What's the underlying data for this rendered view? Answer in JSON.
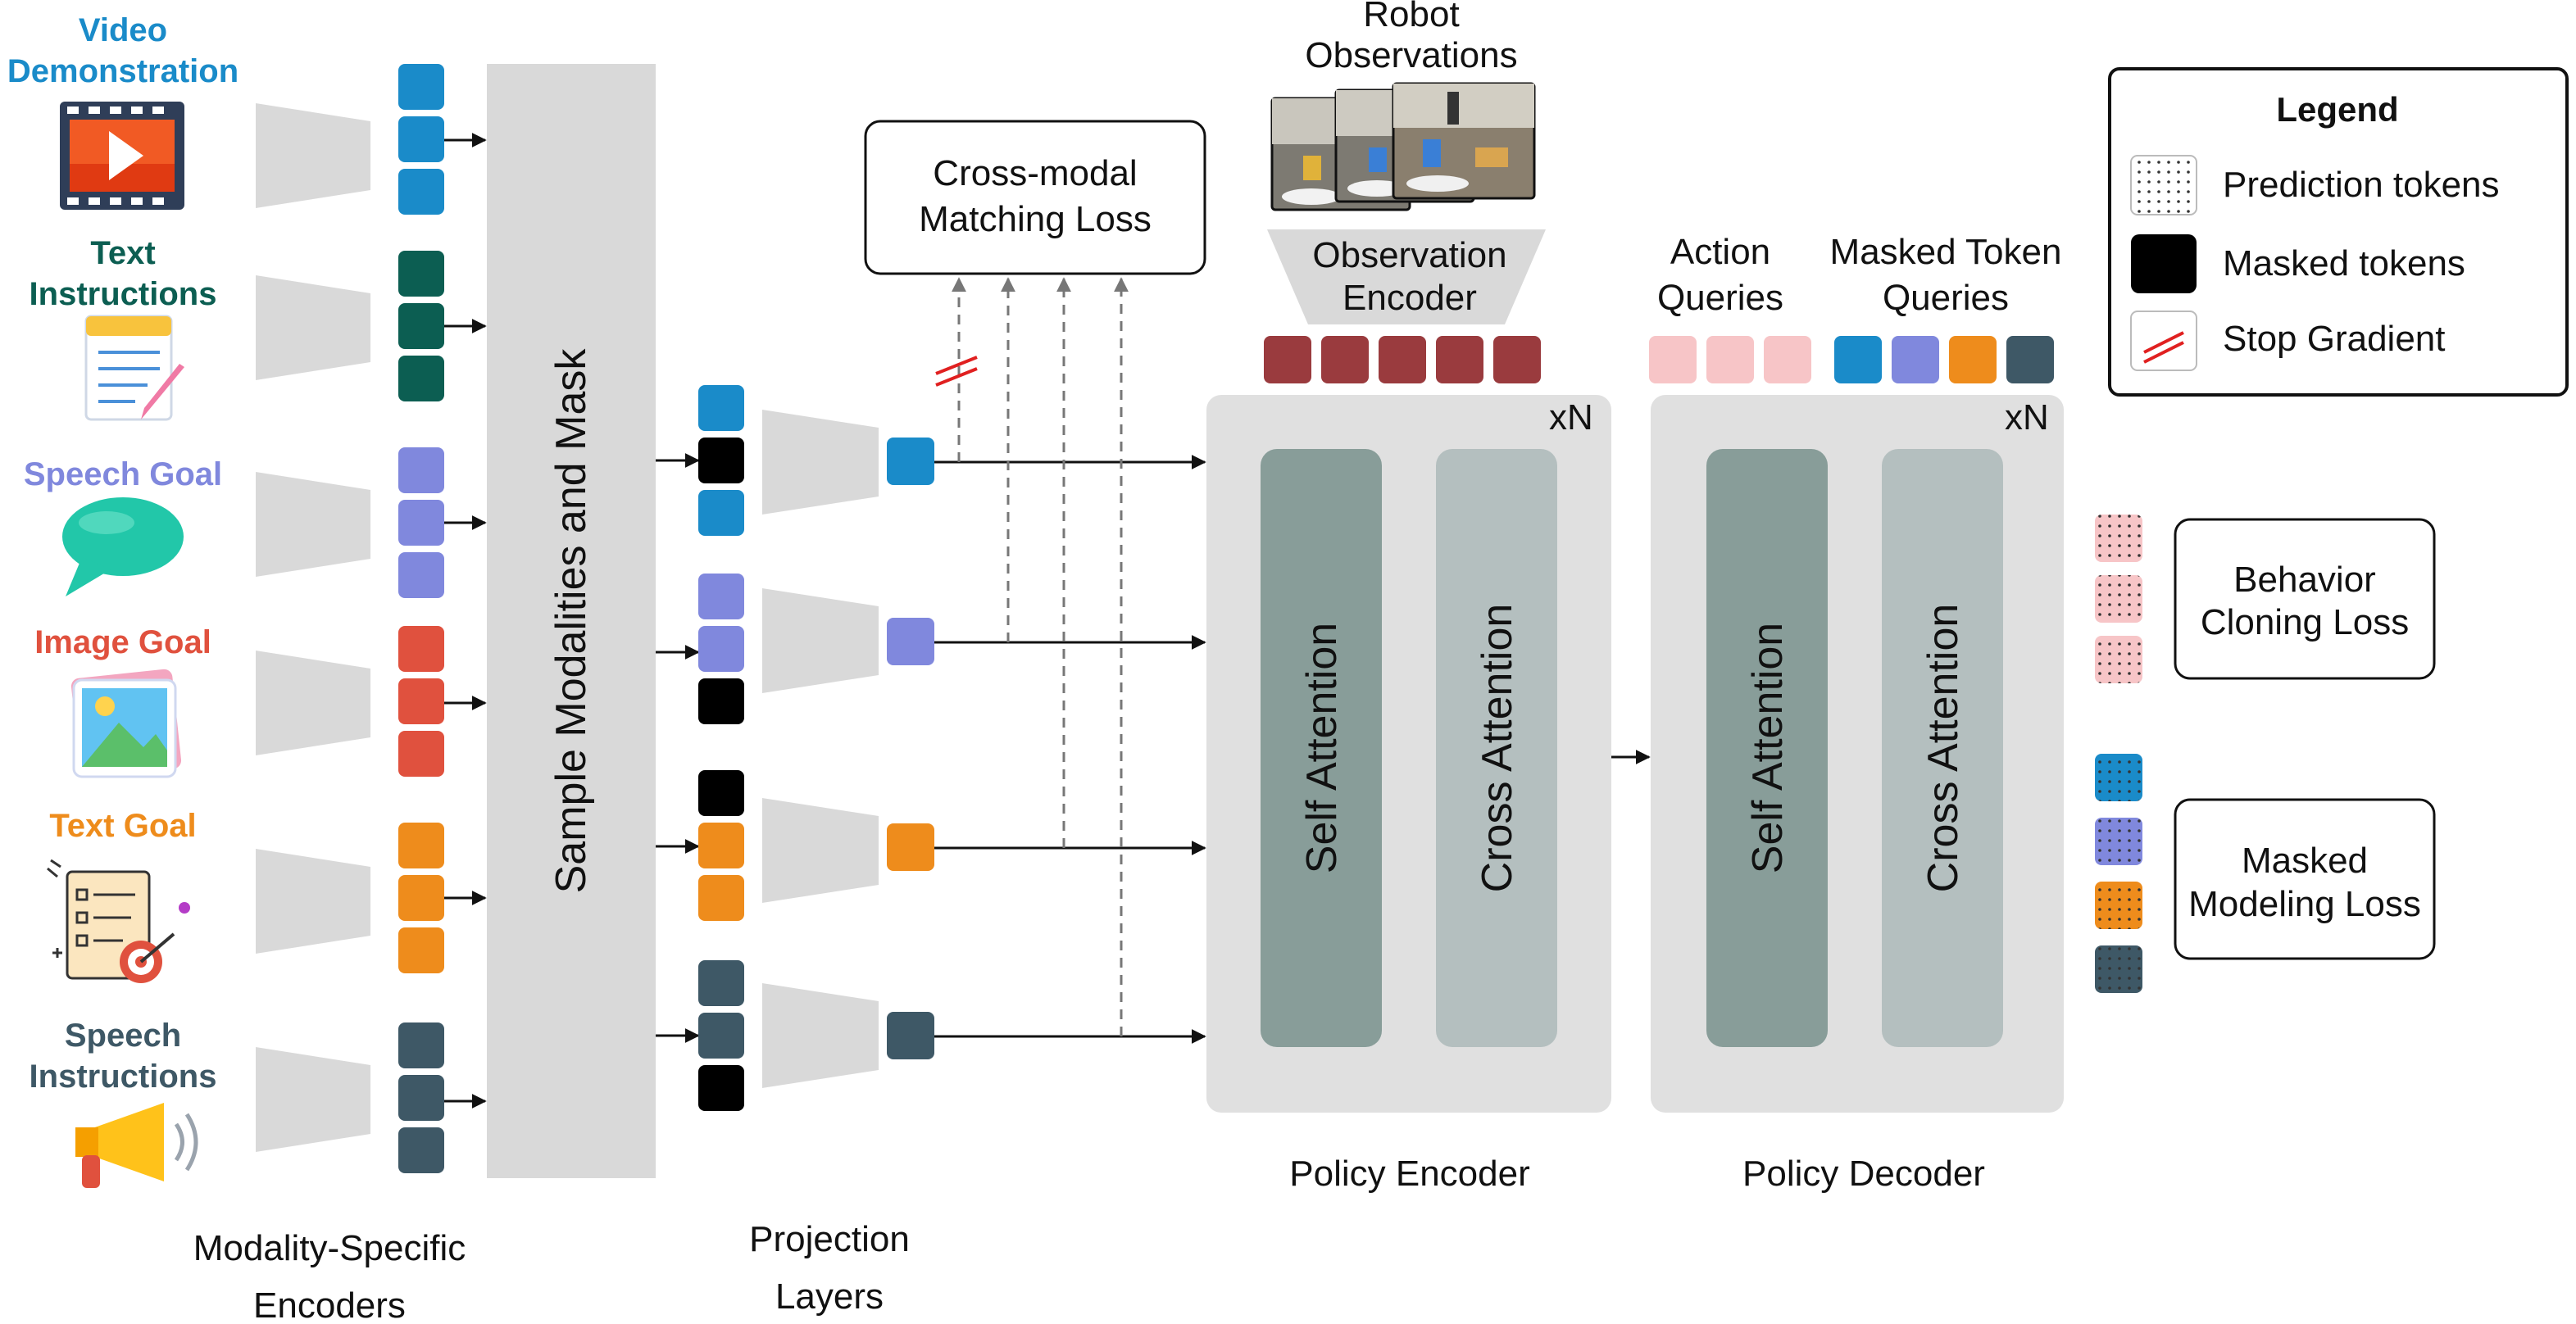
{
  "modalities": [
    {
      "label": [
        "Video",
        "Demonstration"
      ],
      "color": "#1a8bc9",
      "icon": "video-icon"
    },
    {
      "label": [
        "Text",
        "Instructions"
      ],
      "color": "#0c5e52",
      "icon": "notepad-icon"
    },
    {
      "label": [
        "Speech Goal"
      ],
      "color": "#8088dd",
      "icon": "speech-bubble-icon"
    },
    {
      "label": [
        "Image Goal"
      ],
      "color": "#e0513e",
      "icon": "image-icon"
    },
    {
      "label": [
        "Text Goal"
      ],
      "color": "#ee8c1c",
      "icon": "checklist-target-icon"
    },
    {
      "label": [
        "Speech",
        "Instructions"
      ],
      "color": "#3e5866",
      "icon": "megaphone-icon"
    }
  ],
  "labels": {
    "sample_bar": "Sample Modalities and Mask",
    "encoders": [
      "Modality-Specific",
      "Encoders"
    ],
    "projection": [
      "Projection",
      "Layers"
    ],
    "cross_modal_loss": [
      "Cross-modal",
      "Matching Loss"
    ],
    "robot_observations": [
      "Robot",
      "Observations"
    ],
    "observation_encoder": [
      "Observation",
      "Encoder"
    ],
    "action_queries": [
      "Action",
      "Queries"
    ],
    "masked_token_queries": [
      "Masked Token",
      "Queries"
    ],
    "xn": "xN",
    "self_attention": "Self Attention",
    "cross_attention": "Cross Attention",
    "policy_encoder": "Policy Encoder",
    "policy_decoder": "Policy Decoder",
    "behavior_cloning_loss": [
      "Behavior",
      "Cloning Loss"
    ],
    "masked_modeling_loss": [
      "Masked",
      "Modeling Loss"
    ]
  },
  "legend": {
    "title": "Legend",
    "prediction_tokens": "Prediction tokens",
    "masked_tokens": "Masked tokens",
    "stop_gradient": "Stop Gradient"
  },
  "colors": {
    "gray_block": "#d9d9d9",
    "masked_token": "#000000",
    "observation_token": "#9a3b3e",
    "action_token": "#f7c5c7",
    "self_attention": "#889d99",
    "cross_attention": "#b4bfbf",
    "stop_gradient": "#e02020"
  }
}
